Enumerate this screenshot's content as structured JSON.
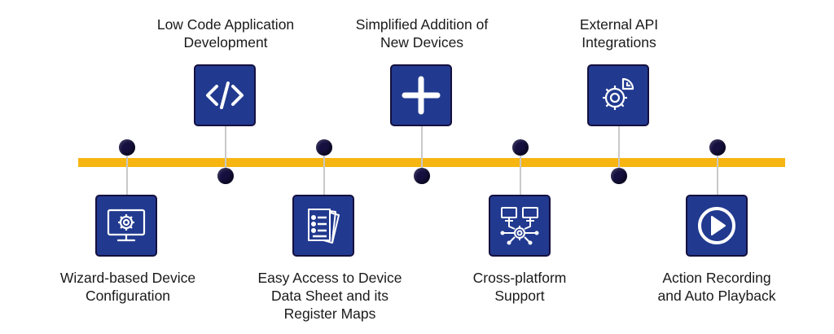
{
  "features": {
    "wizard": {
      "line1": "Wizard-based Device",
      "line2": "Configuration",
      "icon": "monitor-gear-icon"
    },
    "low_code": {
      "line1": "Low Code Application",
      "line2": "Development",
      "icon": "code-brackets-icon"
    },
    "datasheet": {
      "line1": "Easy Access to Device",
      "line2": "Data Sheet and its",
      "line3": "Register Maps",
      "icon": "document-list-icon"
    },
    "new_devices": {
      "line1": "Simplified Addition of",
      "line2": "New Devices",
      "icon": "plus-icon"
    },
    "cross_platform": {
      "line1": "Cross-platform",
      "line2": "Support",
      "icon": "network-monitors-icon"
    },
    "api": {
      "line1": "External API",
      "line2": "Integrations",
      "icon": "gear-chart-icon"
    },
    "recording": {
      "line1": "Action Recording",
      "line2": "and Auto Playback",
      "icon": "play-icon"
    }
  },
  "colors": {
    "timeline": "#F7B511",
    "box_fill": "#213a8f",
    "dot": "#15103f",
    "text": "#1a1a1a"
  }
}
